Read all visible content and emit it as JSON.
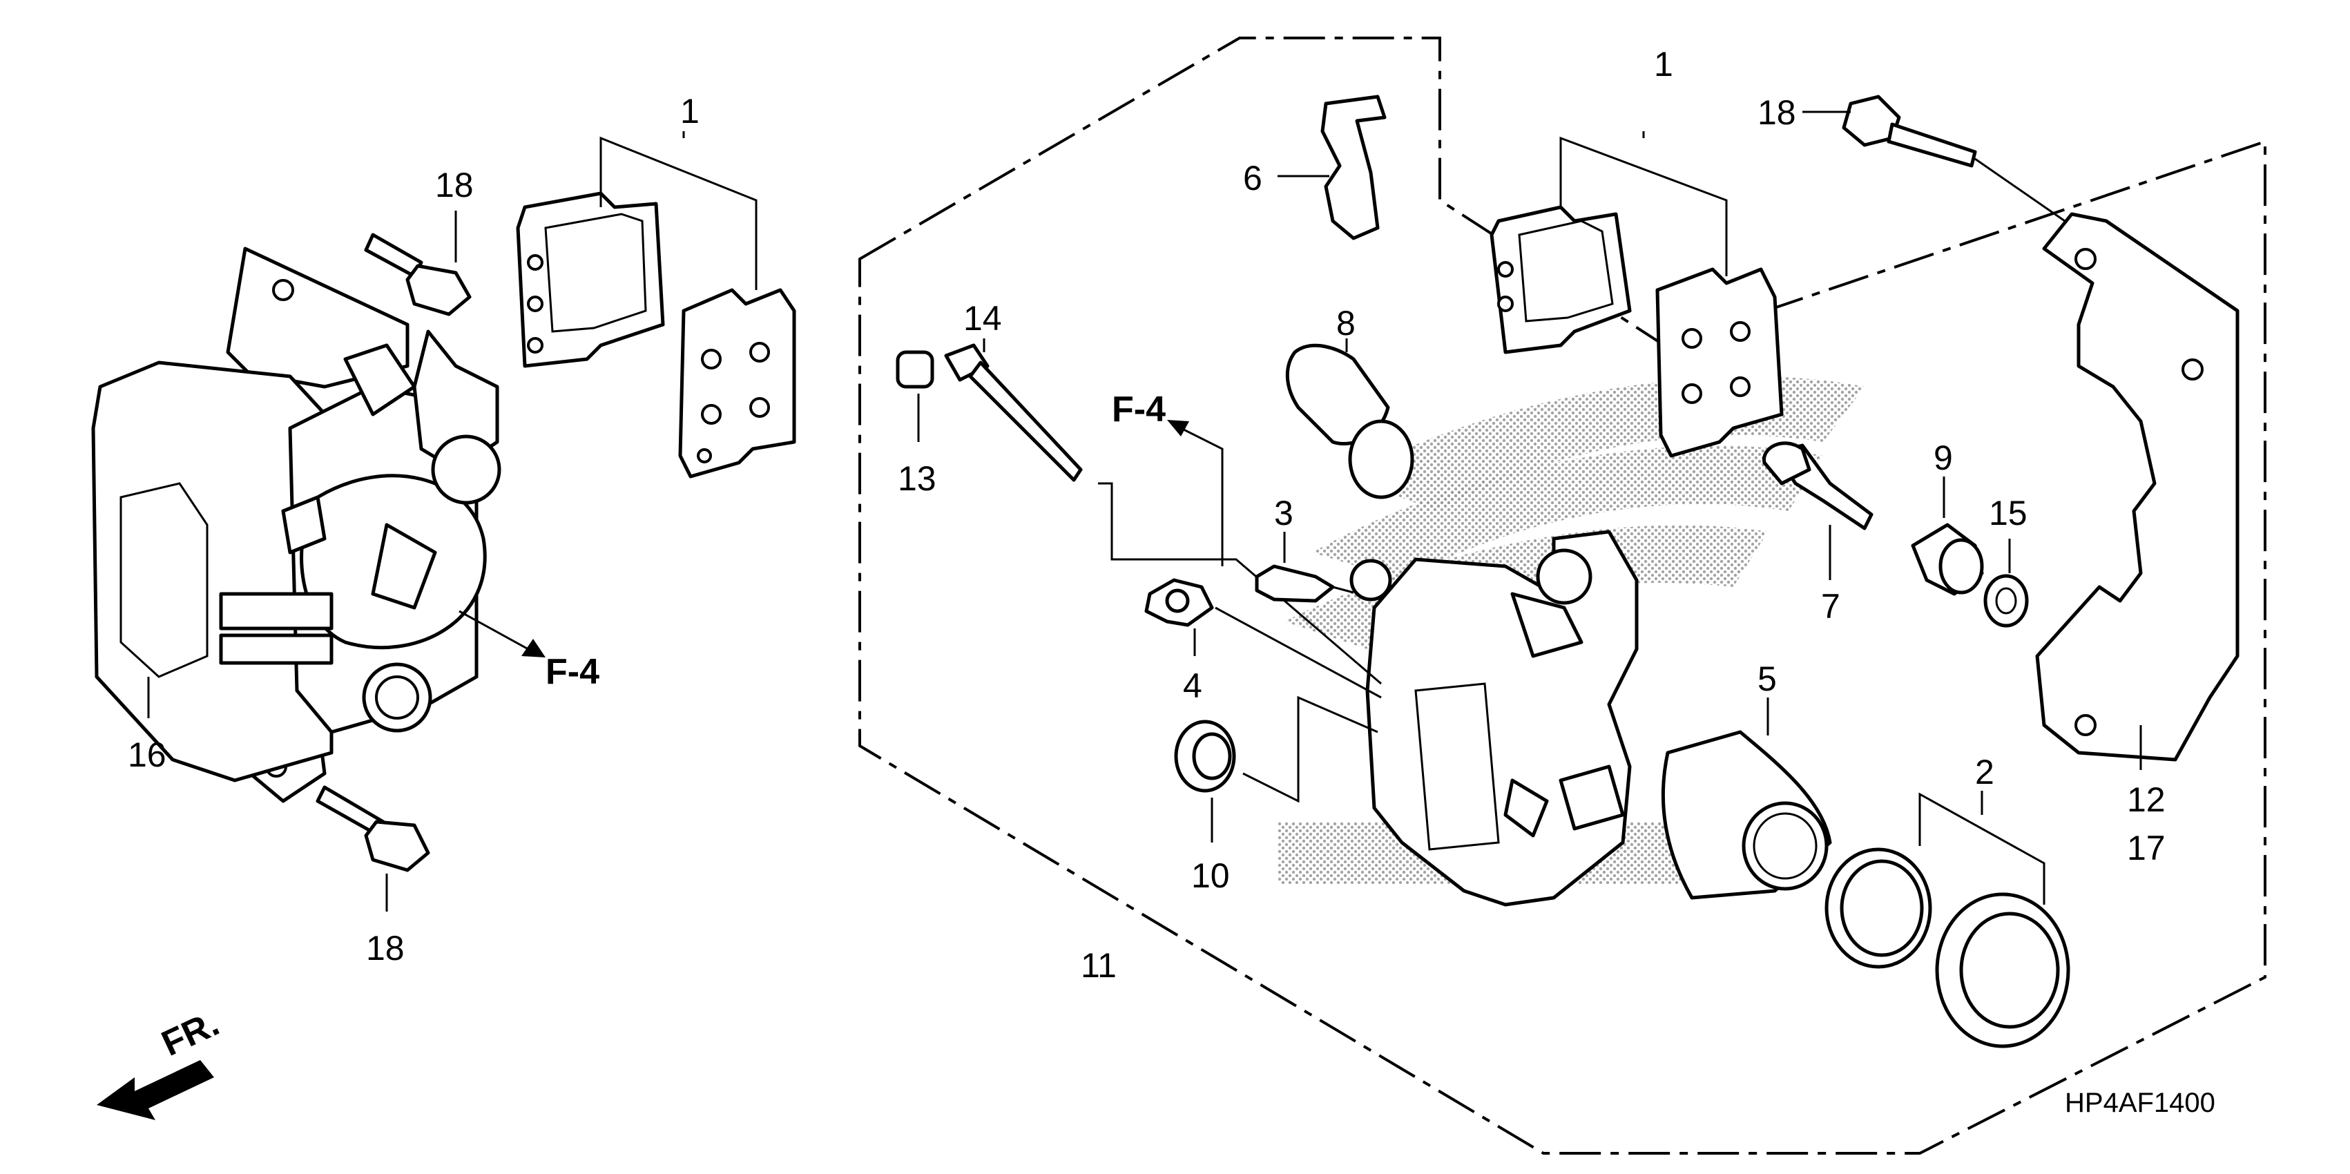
{
  "labels": {
    "l1_left": "1",
    "l1_right": "1",
    "l2": "2",
    "l3": "3",
    "l4": "4",
    "l5": "5",
    "l6": "6",
    "l7": "7",
    "l8": "8",
    "l9": "9",
    "l10": "10",
    "l11": "11",
    "l12": "12",
    "l13": "13",
    "l14": "14",
    "l15": "15",
    "l16": "16",
    "l17": "17",
    "l18_top_left": "18",
    "l18_bottom_left": "18",
    "l18_right": "18"
  },
  "refs": {
    "f4_left": "F-4",
    "f4_center": "F-4"
  },
  "front_indicator": "FR.",
  "diagram_code": "HP4AF1400",
  "colors": {
    "line": "#000000",
    "background": "#ffffff",
    "watermark": "#9a9a9a"
  }
}
